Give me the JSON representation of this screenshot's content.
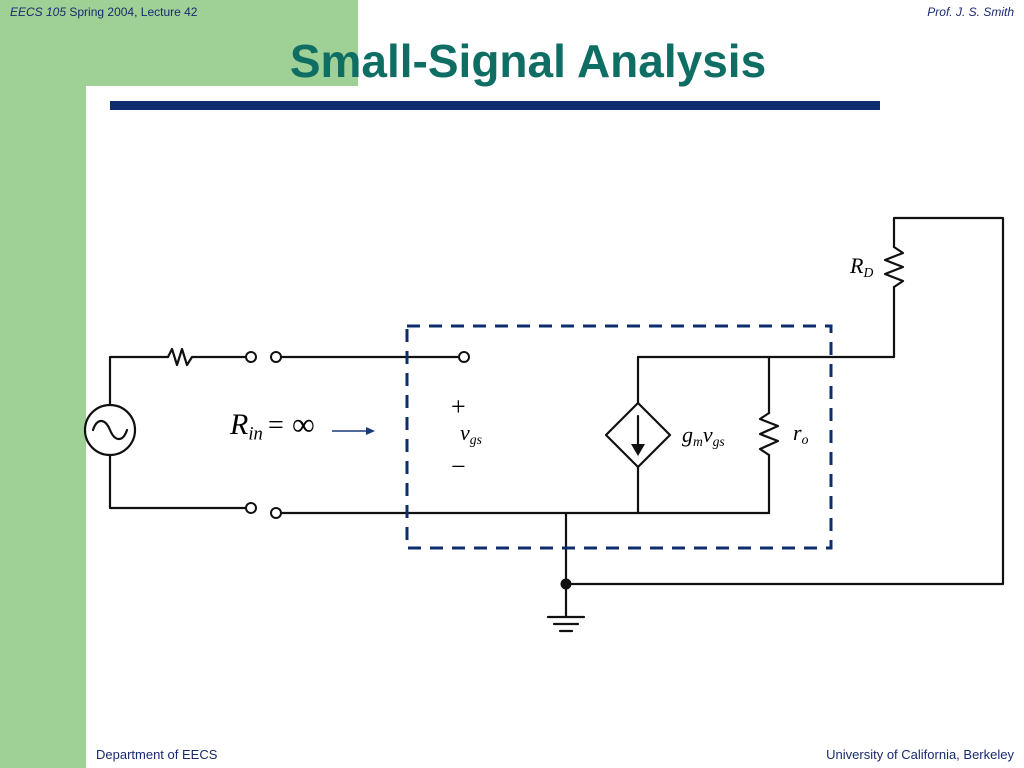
{
  "header": {
    "course": "EECS 105",
    "term_lecture": " Spring 2004, Lecture 42",
    "author": "Prof. J. S. Smith"
  },
  "title": "Small-Signal Analysis",
  "footer": {
    "left": "Department of EECS",
    "right": "University of California, Berkeley"
  },
  "circuit": {
    "rd": {
      "main": "R",
      "sub": "D"
    },
    "rin": {
      "main": "R",
      "sub": "in",
      "eq": "=",
      "value": "∞"
    },
    "vgs": {
      "main": "v",
      "sub": "gs",
      "plus": "+",
      "minus": "−"
    },
    "gm": {
      "g": "g",
      "gsub": "m",
      "v": "v",
      "vsub": "gs"
    },
    "ro": {
      "main": "r",
      "sub": "o"
    }
  },
  "colors": {
    "title": "#0f6e64",
    "rule": "#0d2d6e",
    "sidebar": "#9fd095",
    "text": "#1a2a6e",
    "dashed_box": "#0d2d6e"
  }
}
